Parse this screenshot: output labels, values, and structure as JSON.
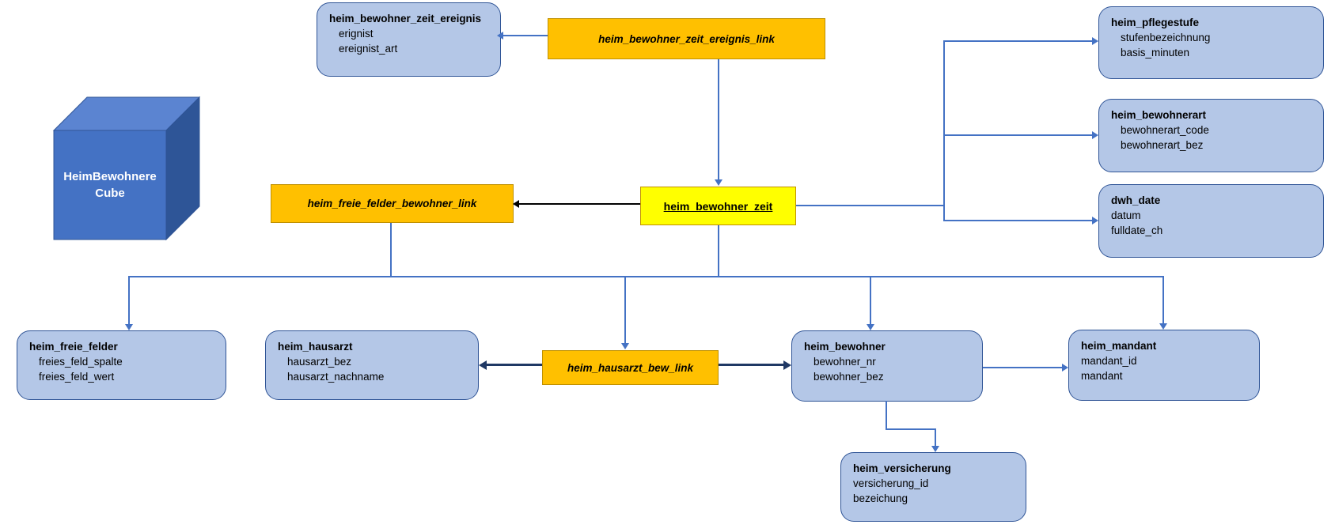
{
  "diagram": {
    "cube": {
      "label_line1": "HeimBewohnere",
      "label_line2": "Cube"
    },
    "fact": {
      "label": "heim_bewohner_zeit"
    },
    "links": {
      "ereignis_link": {
        "label": "heim_bewohner_zeit_ereignis_link"
      },
      "freie_felder_link": {
        "label": "heim_freie_felder_bewohner_link"
      },
      "hausarzt_link": {
        "label": "heim_hausarzt_bew_link"
      }
    },
    "entities": {
      "ereignis": {
        "title": "heim_bewohner_zeit_ereignis",
        "attrs": [
          "erignist",
          "ereignist_art"
        ]
      },
      "pflegestufe": {
        "title": "heim_pflegestufe",
        "attrs": [
          "stufenbezeichnung",
          "basis_minuten"
        ]
      },
      "bewohnerart": {
        "title": "heim_bewohnerart",
        "attrs": [
          "bewohnerart_code",
          "bewohnerart_bez"
        ]
      },
      "dwh_date": {
        "title": "dwh_date",
        "attrs": [
          "datum",
          "fulldate_ch"
        ]
      },
      "freie_felder": {
        "title": "heim_freie_felder",
        "attrs": [
          "freies_feld_spalte",
          "freies_feld_wert"
        ]
      },
      "hausarzt": {
        "title": "heim_hausarzt",
        "attrs": [
          "hausarzt_bez",
          "hausarzt_nachname"
        ]
      },
      "bewohner": {
        "title": "heim_bewohner",
        "attrs": [
          "bewohner_nr",
          "bewohner_bez"
        ]
      },
      "mandant": {
        "title": "heim_mandant",
        "attrs": [
          "mandant_id",
          "mandant"
        ]
      },
      "versicherung": {
        "title": "heim_versicherung",
        "attrs": [
          "versicherung_id",
          "bezeichung"
        ]
      }
    },
    "colors": {
      "entity_fill": "#B4C7E7",
      "entity_border": "#2F5496",
      "link_fill": "#FFC000",
      "link_border": "#BF9000",
      "fact_fill": "#FFFF00",
      "connector_blue": "#4472C4",
      "connector_black": "#000000",
      "connector_navy": "#1F3864",
      "cube_front": "#4472C4",
      "cube_top": "#5B84D1",
      "cube_side": "#2E5597"
    }
  }
}
